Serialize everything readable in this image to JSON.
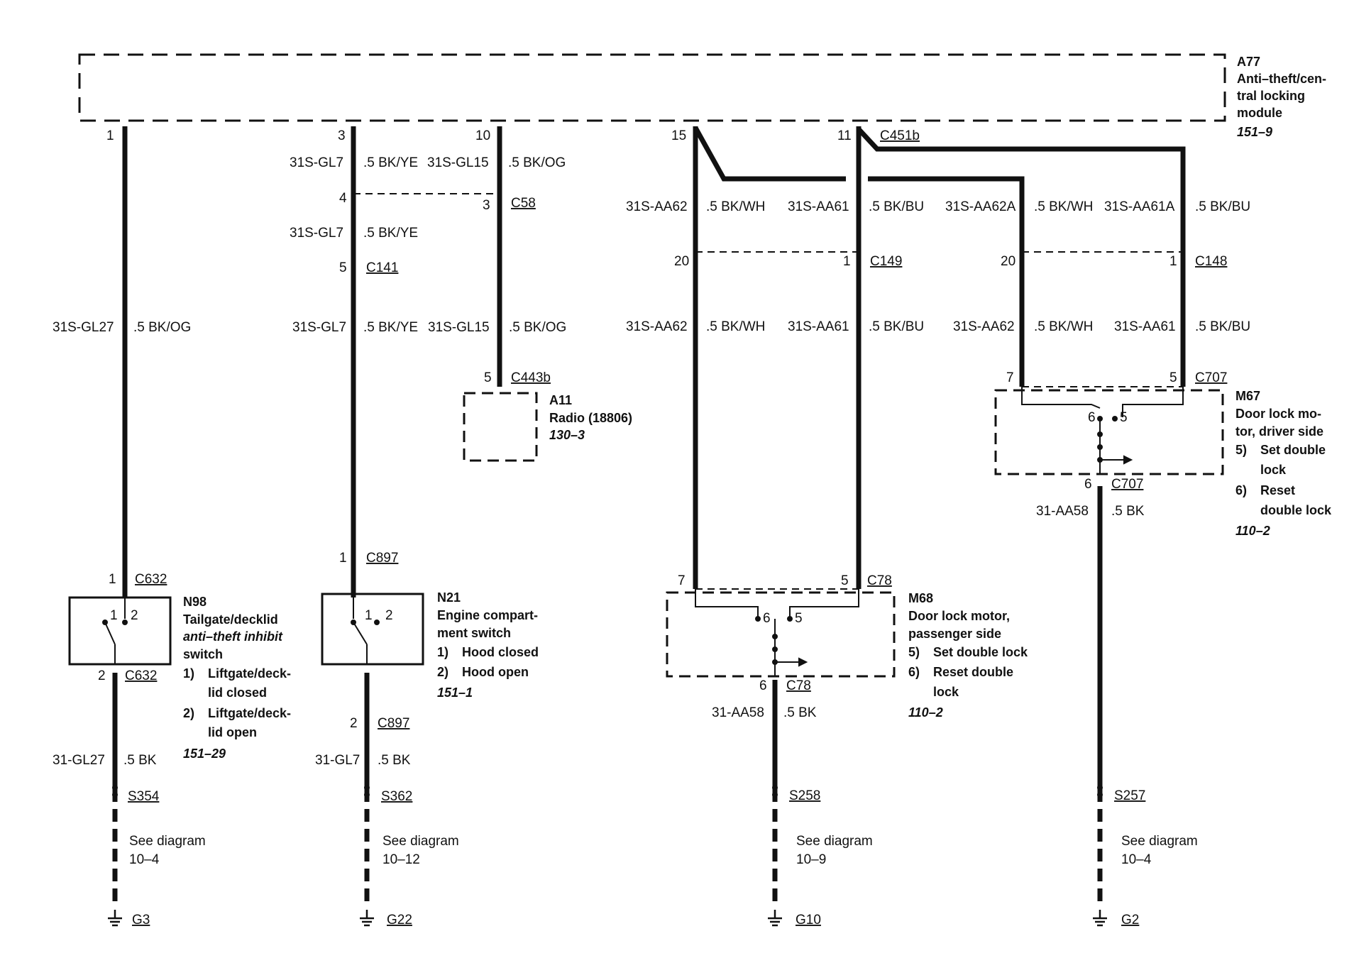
{
  "module": {
    "id": "A77",
    "lines": [
      "Anti–theft/cen-",
      "tral locking",
      "module"
    ],
    "ref": "151–9"
  },
  "pins": {
    "p1": "1",
    "p3": "3",
    "p10": "10",
    "p15": "15",
    "p11": "11",
    "c58_pin": "3",
    "c141_pin": "5",
    "c141_top": "4",
    "c443_pin": "5",
    "c897_top": "1",
    "c897_bot": "2",
    "c632_top": "1",
    "c632_bot": "2",
    "c149_l": "20",
    "c149_r": "1",
    "c148_l": "20",
    "c148_r": "1",
    "c707_l": "7",
    "c707_r": "5",
    "c707_bot": "6",
    "c78_l": "7",
    "c78_r": "5",
    "c78_bot": "6"
  },
  "connectors": {
    "c451b": "C451b",
    "c58": "C58",
    "c141": "C141",
    "c443b": "C443b",
    "c897_top": "C897",
    "c897_bot": "C897",
    "c632_top": "C632",
    "c632_bot": "C632",
    "c149": "C149",
    "c148": "C148",
    "c707_top": "C707",
    "c707_bot": "C707",
    "c78_top": "C78",
    "c78_bot": "C78"
  },
  "wires": {
    "gl27": "31S-GL27",
    "gl27_spec": ".5 BK/OG",
    "gl7": "31S-GL7",
    "gl7_spec": ".5 BK/YE",
    "gl15": "31S-GL15",
    "gl15_spec": ".5 BK/OG",
    "aa62": "31S-AA62",
    "aa62_spec": ".5 BK/WH",
    "aa61": "31S-AA61",
    "aa61_spec": ".5 BK/BU",
    "aa62a": "31S-AA62A",
    "aa61a": "31S-AA61A",
    "gnd_gl27": "31-GL27",
    "gnd_gl7": "31-GL7",
    "gnd_aa58": "31-AA58",
    "gnd_spec": ".5 BK"
  },
  "components": {
    "a11": {
      "id": "A11",
      "name": "Radio (18806)",
      "ref": "130–3"
    },
    "n98": {
      "id": "N98",
      "lines": [
        "Tailgate/decklid"
      ],
      "italic": "anti–theft inhibit",
      "line3": "switch",
      "item1": [
        "Liftgate/deck-",
        "lid closed"
      ],
      "item2": [
        "Liftgate/deck-",
        "lid open"
      ],
      "ref": "151–29"
    },
    "n21": {
      "id": "N21",
      "lines": [
        "Engine compart-",
        "ment switch"
      ],
      "item1": "Hood closed",
      "item2": "Hood open",
      "ref": "151–1"
    },
    "m68": {
      "id": "M68",
      "lines": [
        "Door lock motor,",
        "passenger side"
      ],
      "item5": "Set double lock",
      "item6": [
        "Reset double",
        "lock"
      ],
      "ref": "110–2"
    },
    "m67": {
      "id": "M67",
      "lines": [
        "Door lock mo-",
        "tor, driver side"
      ],
      "item5": [
        "Set double",
        "lock"
      ],
      "item6": [
        "Reset",
        "double lock"
      ],
      "ref": "110–2"
    }
  },
  "numbering": {
    "n1": "1)",
    "n2": "2)",
    "n5": "5)",
    "n6": "6)"
  },
  "switch_pins": {
    "a": "1",
    "b": "2",
    "m5": "5",
    "m6": "6"
  },
  "splices": [
    {
      "id": "S354",
      "see": "See diagram",
      "ref": "10–4",
      "ground": "G3"
    },
    {
      "id": "S362",
      "see": "See diagram",
      "ref": "10–12",
      "ground": "G22"
    },
    {
      "id": "S258",
      "see": "See diagram",
      "ref": "10–9",
      "ground": "G10"
    },
    {
      "id": "S257",
      "see": "See diagram",
      "ref": "10–4",
      "ground": "G2"
    }
  ]
}
